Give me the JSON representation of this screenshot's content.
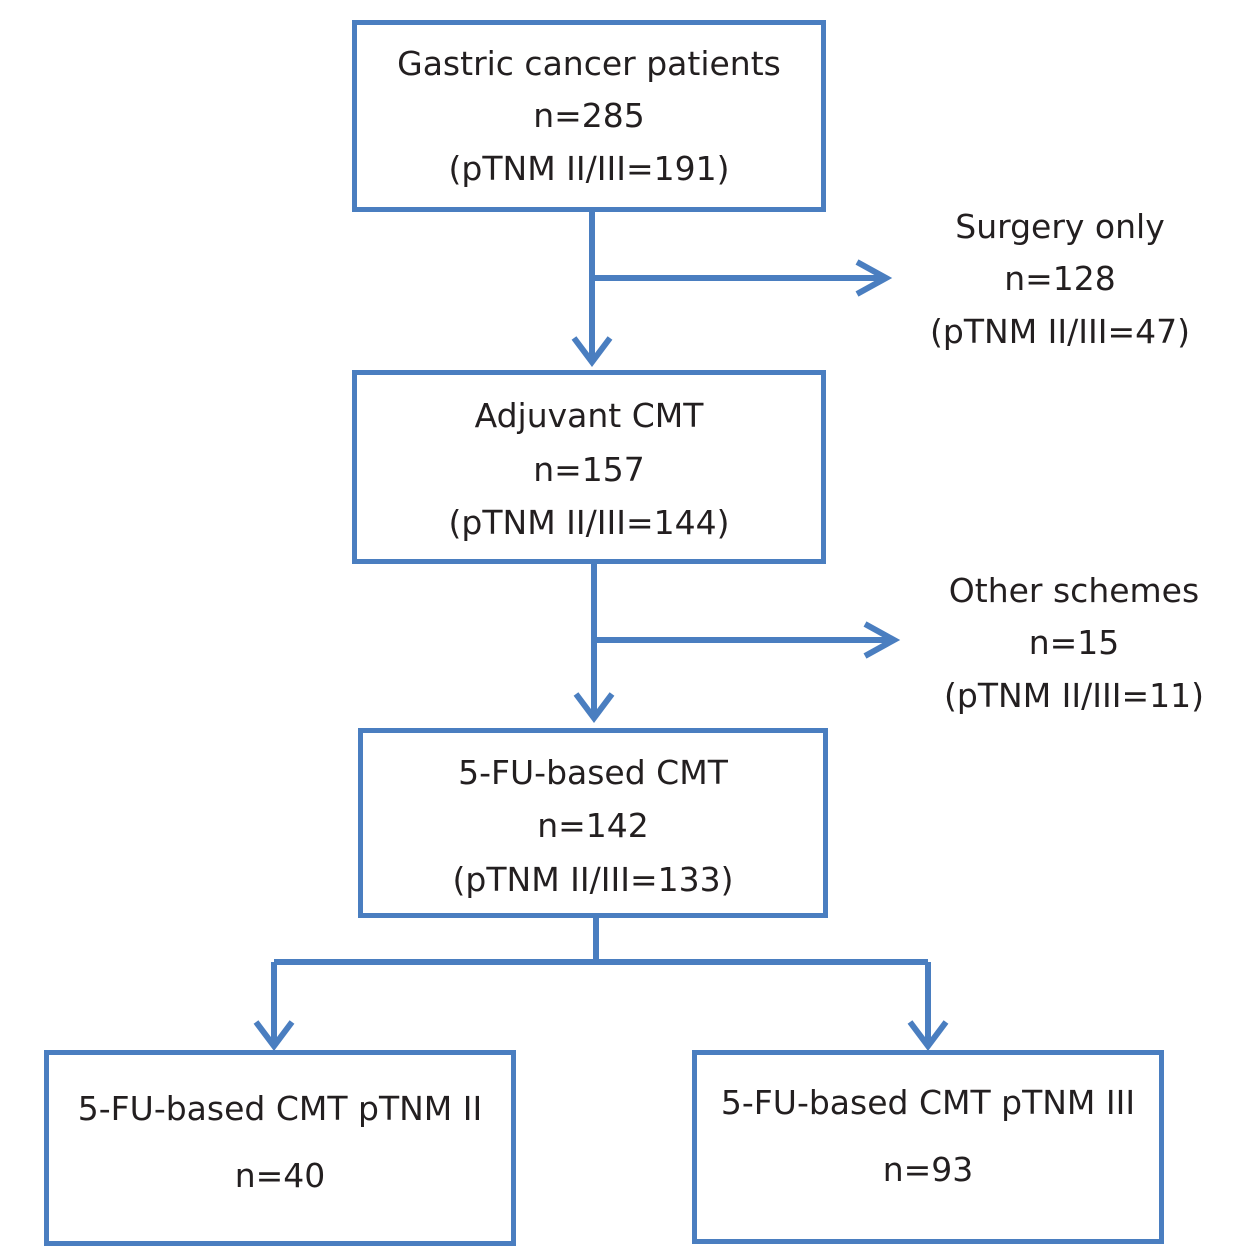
{
  "nodes": {
    "start": {
      "title": "Gastric cancer patients",
      "n": "n=285",
      "stage": "(pTNM II/III=191)"
    },
    "surgery_only": {
      "title": "Surgery only",
      "n": "n=128",
      "stage": "(pTNM II/III=47)"
    },
    "adjuvant": {
      "title": "Adjuvant CMT",
      "n": "n=157",
      "stage": "(pTNM II/III=144)"
    },
    "other_schemes": {
      "title": "Other schemes",
      "n": "n=15",
      "stage": "(pTNM II/III=11)"
    },
    "fu_based": {
      "title": "5-FU-based CMT",
      "n": "n=142",
      "stage": "(pTNM II/III=133)"
    },
    "stage_ii": {
      "title": "5-FU-based CMT pTNM II",
      "n": "n=40"
    },
    "stage_iii": {
      "title": "5-FU-based CMT pTNM III",
      "n": "n=93"
    }
  },
  "colors": {
    "stroke": "#4a7ec0",
    "text": "#231f20",
    "background": "#ffffff"
  }
}
